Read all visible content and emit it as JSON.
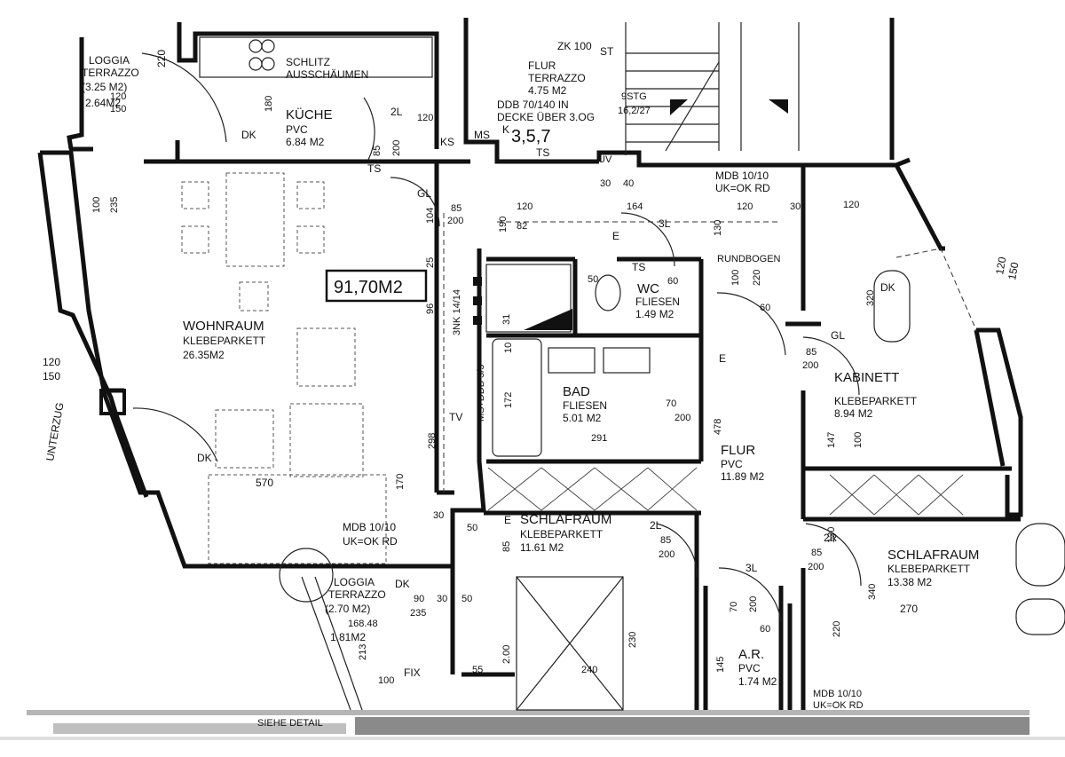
{
  "total_area": "91,70M2",
  "rooms": {
    "loggia_top": {
      "name": "LOGGIA",
      "sub": "TERRAZZO",
      "area1": "(3.25 M2)",
      "area2": "2.64M2"
    },
    "kueche": {
      "name": "KÜCHE",
      "floor": "PVC",
      "area": "6.84 M2"
    },
    "flur_terrazzo": {
      "name": "FLUR",
      "floor": "TERRAZZO",
      "area": "4.75 M2"
    },
    "wohnraum": {
      "name": "WOHNRAUM",
      "floor": "KLEBEPARKETT",
      "area": "26.35M2"
    },
    "wc": {
      "name": "WC",
      "floor": "FLIESEN",
      "area": "1.49 M2"
    },
    "bad": {
      "name": "BAD",
      "floor": "FLIESEN",
      "area": "5.01 M2"
    },
    "flur_pvc": {
      "name": "FLUR",
      "floor": "PVC",
      "area": "11.89 M2"
    },
    "kabinett": {
      "name": "KABINETT",
      "floor": "KLEBEPARKETT",
      "area": "8.94 M2"
    },
    "schlafraum_1": {
      "name": "SCHLAFRAUM",
      "floor": "KLEBEPARKETT",
      "area": "11.61 M2"
    },
    "schlafraum_2": {
      "name": "SCHLAFRAUM",
      "floor": "KLEBEPARKETT",
      "area": "13.38 M2"
    },
    "ar": {
      "name": "A.R.",
      "floor": "PVC",
      "area": "1.74 M2"
    },
    "loggia_bottom": {
      "name": "LOGGIA",
      "sub": "TERRAZZO",
      "area1": "(2.70 M2)",
      "area2": "1.81M2"
    }
  },
  "notes": {
    "schlitz": "SCHLITZ",
    "ausschaumen": "AUSSCHÄUMEN",
    "ddb": "DDB 70/140 IN",
    "decke": "DECKE ÜBER 3.OG",
    "zk": "ZK 100",
    "stg": "9STG",
    "stg_dim": "16,2/27",
    "mdb_1": "MDB 10/10",
    "ukok_1": "UK=OK RD",
    "mdb_2": "MDB 10/10",
    "ukok_2": "UK=OK RD",
    "mdb_3": "MDB 10/10",
    "ukok_3": "UK=OK RD",
    "rundbogen": "RUNDBOGEN",
    "nk": "3NK 14/14",
    "msddb": "MS+DDB 5/5",
    "unterzug": "UNTERZUG",
    "fix": "FIX",
    "ms": "MS",
    "k": "K",
    "ks": "KS",
    "ts": "TS",
    "dk": "DK",
    "gl": "GL",
    "tv": "TV",
    "uv": "UV",
    "e": "E",
    "st": "ST",
    "detail": "SIEHE DETAIL",
    "code": "3,5,7"
  },
  "dims": {
    "d220": "220",
    "d120": "120",
    "d150": "150",
    "d180": "180",
    "d2l": "2L",
    "d85": "85",
    "d200": "200",
    "d100": "100",
    "d235": "235",
    "d104": "104",
    "d570": "570",
    "d170": "170",
    "d298": "298",
    "d172": "172",
    "d291": "291",
    "d70": "70",
    "d478": "478",
    "d130": "130",
    "d164": "164",
    "d3l": "3L",
    "d60": "60",
    "d50": "50",
    "d40": "40",
    "d30": "30",
    "d320": "320",
    "d147": "147",
    "d340": "340",
    "d270": "270",
    "d230": "230",
    "d240": "240",
    "d145": "145",
    "d55": "55",
    "d90": "90",
    "d168": "168.48",
    "d213": "213",
    "d2r": "2R",
    "d190": "190",
    "d82": "82",
    "d25": "25",
    "d96": "96",
    "d2": "2.00",
    "d10": "10",
    "d31": "31"
  }
}
